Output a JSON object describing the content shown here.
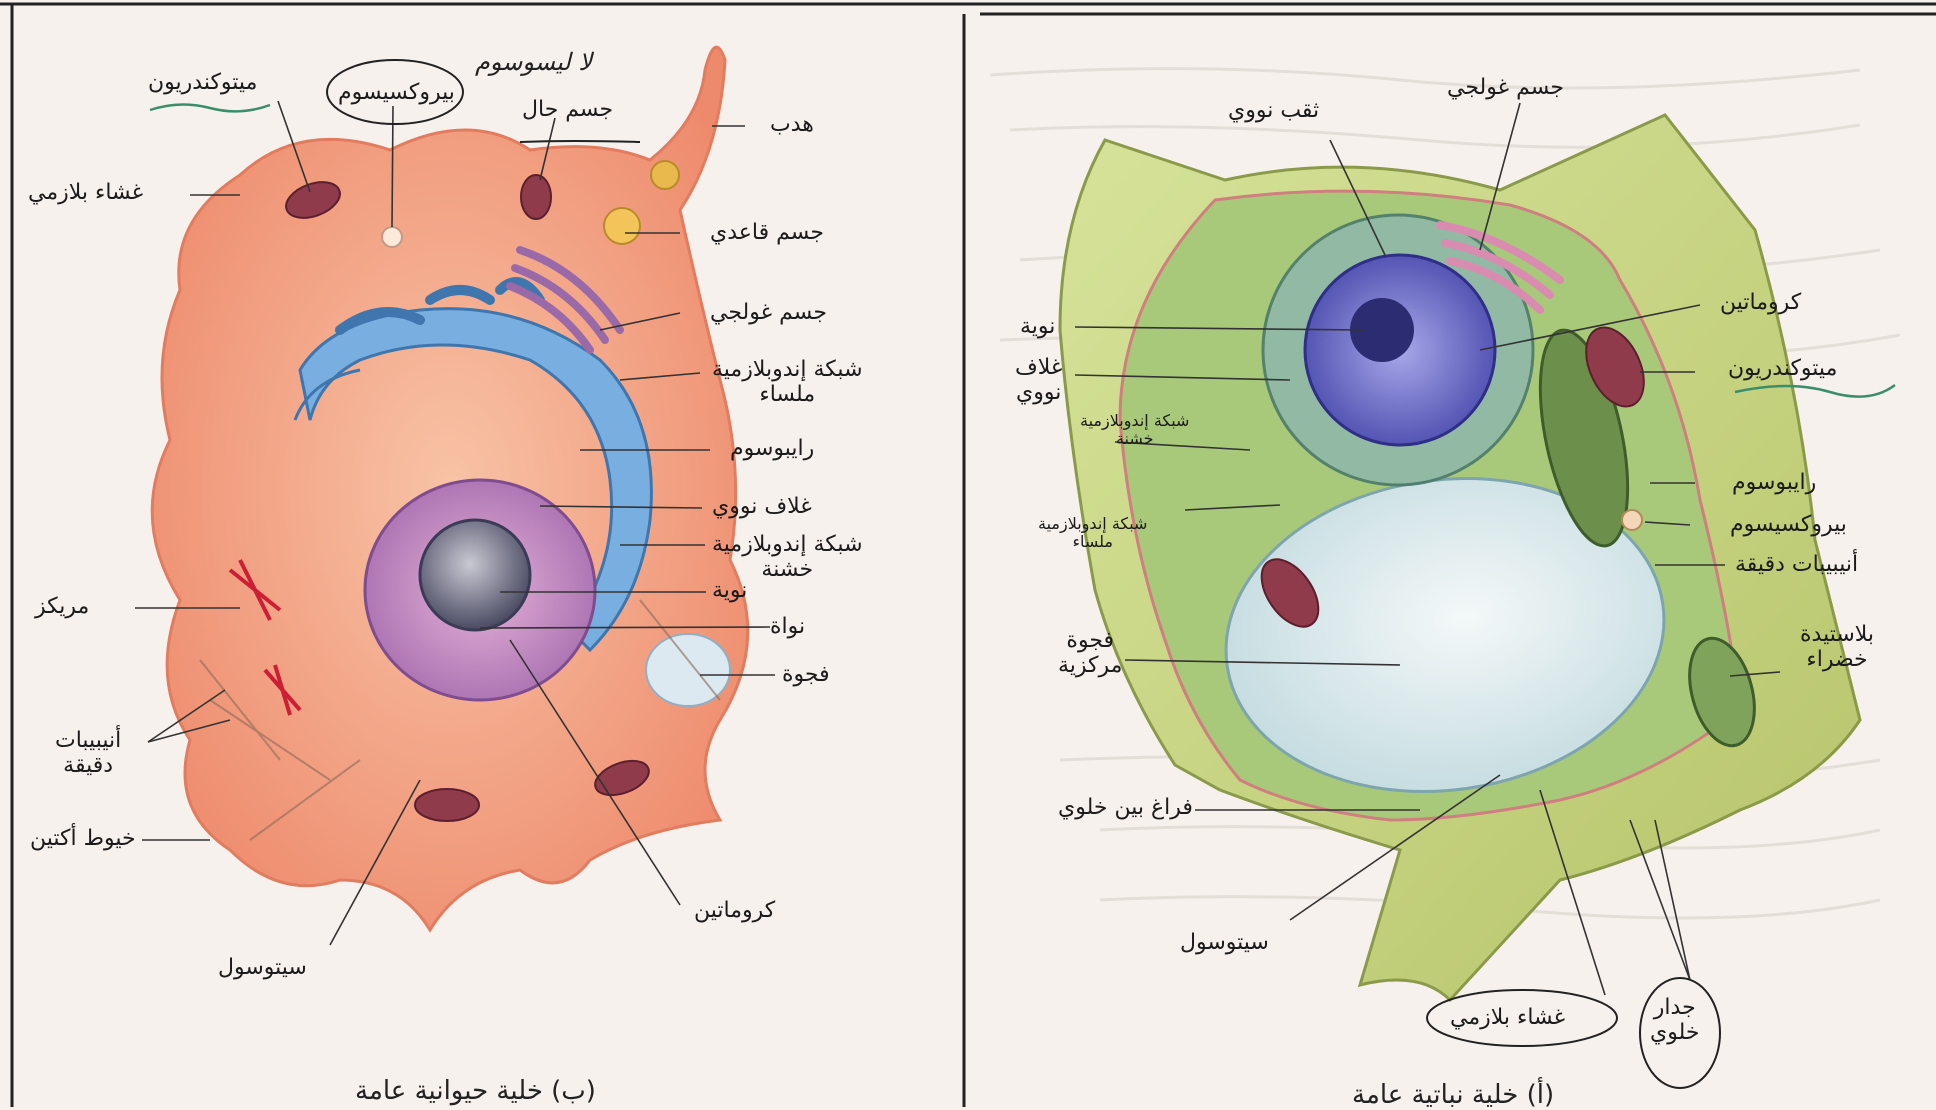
{
  "animal_cell": {
    "caption": "(ب) خلية حيوانية عامة",
    "handwritten_note": "لا ليسوسوم",
    "labels": {
      "mitochondrion": "ميتوكندريون",
      "peroxisome": "بيروكسيسوم",
      "lysosome": "جسم حال",
      "flagellum": "هدب",
      "plasma_membrane": "غشاء بلازمي",
      "basal_body": "جسم قاعدي",
      "golgi": "جسم غولجي",
      "smooth_er": "شبكة إندوبلازمية\nملساء",
      "ribosome": "رايبوسوم",
      "nuclear_envelope": "غلاف نووي",
      "rough_er": "شبكة إندوبلازمية\nخشنة",
      "nucleolus": "نوية",
      "nucleus": "نواة",
      "vacuole": "فجوة",
      "centrosome": "مريكز",
      "microtubules": "أنيبيبات\nدقيقة",
      "actin": "خيوط أكتين",
      "cytosol": "سيتوسول",
      "chromatin": "كروماتين"
    }
  },
  "plant_cell": {
    "caption": "(أ) خلية نباتية عامة",
    "labels": {
      "golgi": "جسم غولجي",
      "nuclear_pore": "ثقب نووي",
      "chromatin": "كروماتين",
      "nucleolus": "نوية",
      "nuclear_envelope": "غلاف\nنووي",
      "mitochondrion": "ميتوكندريون",
      "rough_er": "شبكة إندوبلازمية\nخشنة",
      "smooth_er": "شبكة إندوبلازمية\nملساء",
      "ribosome": "رايبوسوم",
      "peroxisome": "بيروكسيسوم",
      "microtubules": "أنيبيبات دقيقة",
      "chloroplast": "بلاستيدة\nخضراء",
      "central_vacuole": "فجوة\nمركزية",
      "intercellular_space": "فراغ بين خلوي",
      "cytosol": "سيتوسول",
      "plasma_membrane": "غشاء بلازمي",
      "cell_wall": "جدار\nخلوي"
    }
  },
  "colors": {
    "animal_cytoplasm": "#f2a07f",
    "animal_nucleus": "#c58bbd",
    "er": "#6fa6d6",
    "plant_wall": "#cfd98a",
    "plant_cytoplasm": "#a8c878",
    "vacuole": "#dde9ee"
  }
}
